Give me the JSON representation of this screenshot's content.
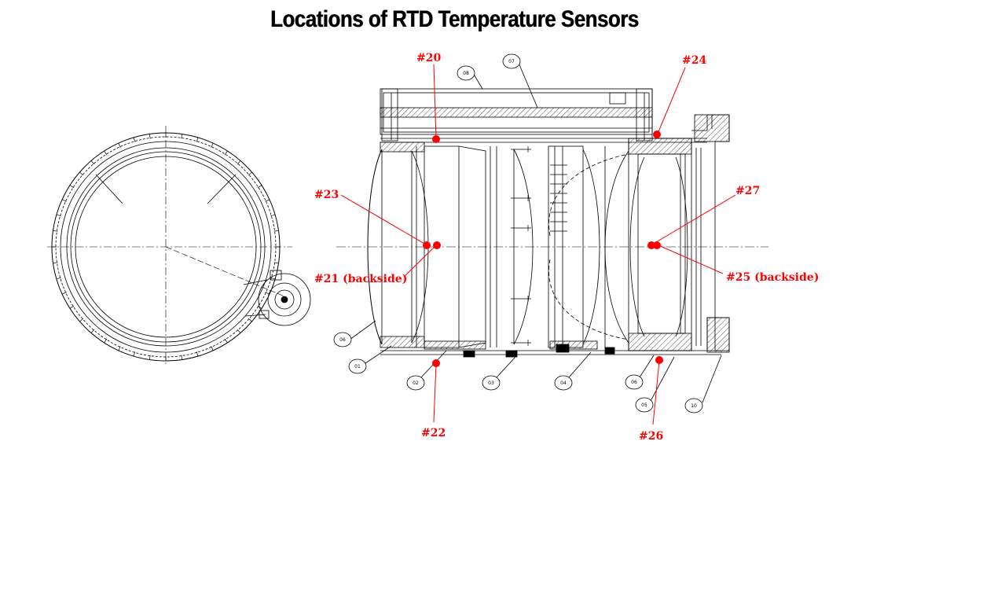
{
  "title": "Locations of RTD Temperature Sensors",
  "colors": {
    "sensor": "#ff0000",
    "drawing": "#000000",
    "background": "#ffffff"
  },
  "sensors": [
    {
      "id": "20",
      "label": "#20"
    },
    {
      "id": "21",
      "label": "#21 (backside)"
    },
    {
      "id": "22",
      "label": "#22"
    },
    {
      "id": "23",
      "label": "#23"
    },
    {
      "id": "24",
      "label": "#24"
    },
    {
      "id": "25",
      "label": "#25 (backside)"
    },
    {
      "id": "26",
      "label": "#26"
    },
    {
      "id": "27",
      "label": "#27"
    }
  ],
  "parts": [
    "08",
    "07",
    "06",
    "01",
    "02",
    "03",
    "04",
    "06",
    "05",
    "10"
  ]
}
